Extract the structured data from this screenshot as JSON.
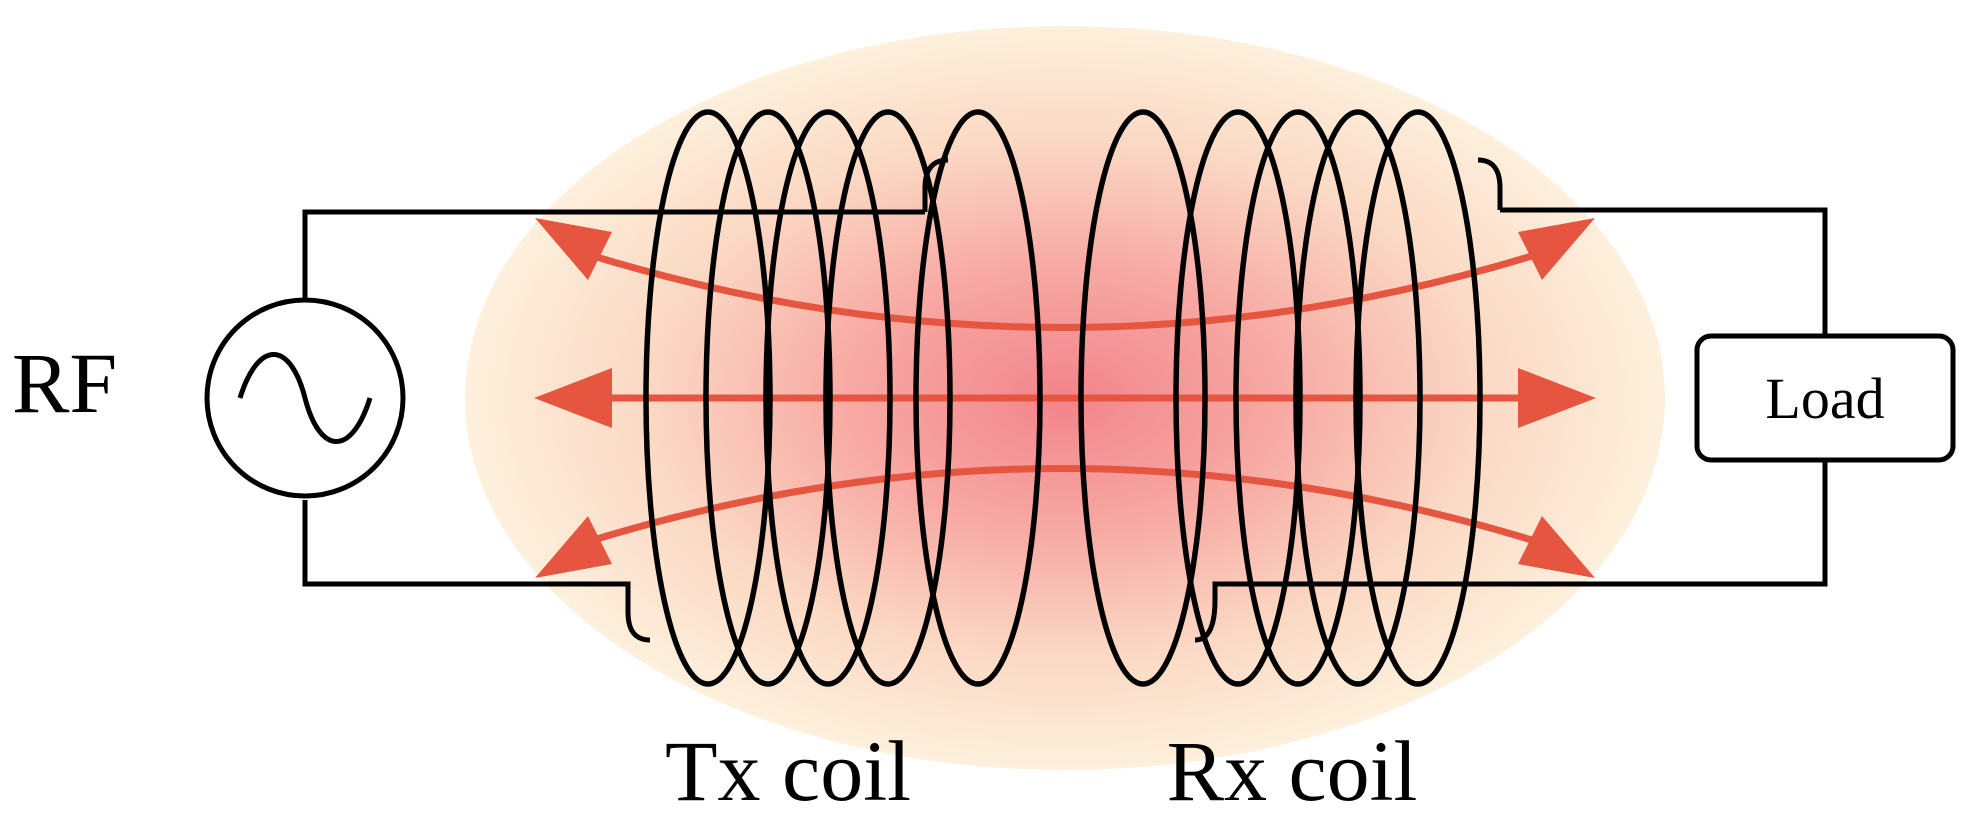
{
  "labels": {
    "source": "RF",
    "load": "Load",
    "tx": "Tx coil",
    "rx": "Rx coil"
  },
  "colors": {
    "field_glow_center": "#f2848c",
    "field_glow_edge": "#fdf0dc",
    "field_arrows": "#e5553f",
    "wires": "#000000"
  },
  "icons": {
    "source": "ac-sine-source-icon"
  }
}
